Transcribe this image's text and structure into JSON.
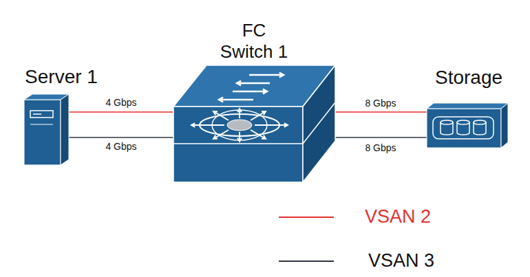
{
  "diagram": {
    "nodes": [
      {
        "text": [
          "Server 1"
        ]
      },
      {
        "text": [
          "FC Switch 1"
        ]
      },
      {
        "text": [
          "Storage"
        ]
      }
    ],
    "edges": [
      {
        "from": 0,
        "to": 1,
        "arrow": "none",
        "label": "4 Gbps"
      },
      {
        "from": 0,
        "to": 1,
        "arrow": "none",
        "label": "4 Gbps"
      },
      {
        "from": 1,
        "to": 2,
        "arrow": "none",
        "label": "8 Gbps"
      },
      {
        "from": 1,
        "to": 2,
        "arrow": "none",
        "label": "8 Gbps"
      }
    ],
    "legend": [
      {
        "text": "VSAN 2"
      },
      {
        "text": "VSAN 3"
      }
    ]
  }
}
